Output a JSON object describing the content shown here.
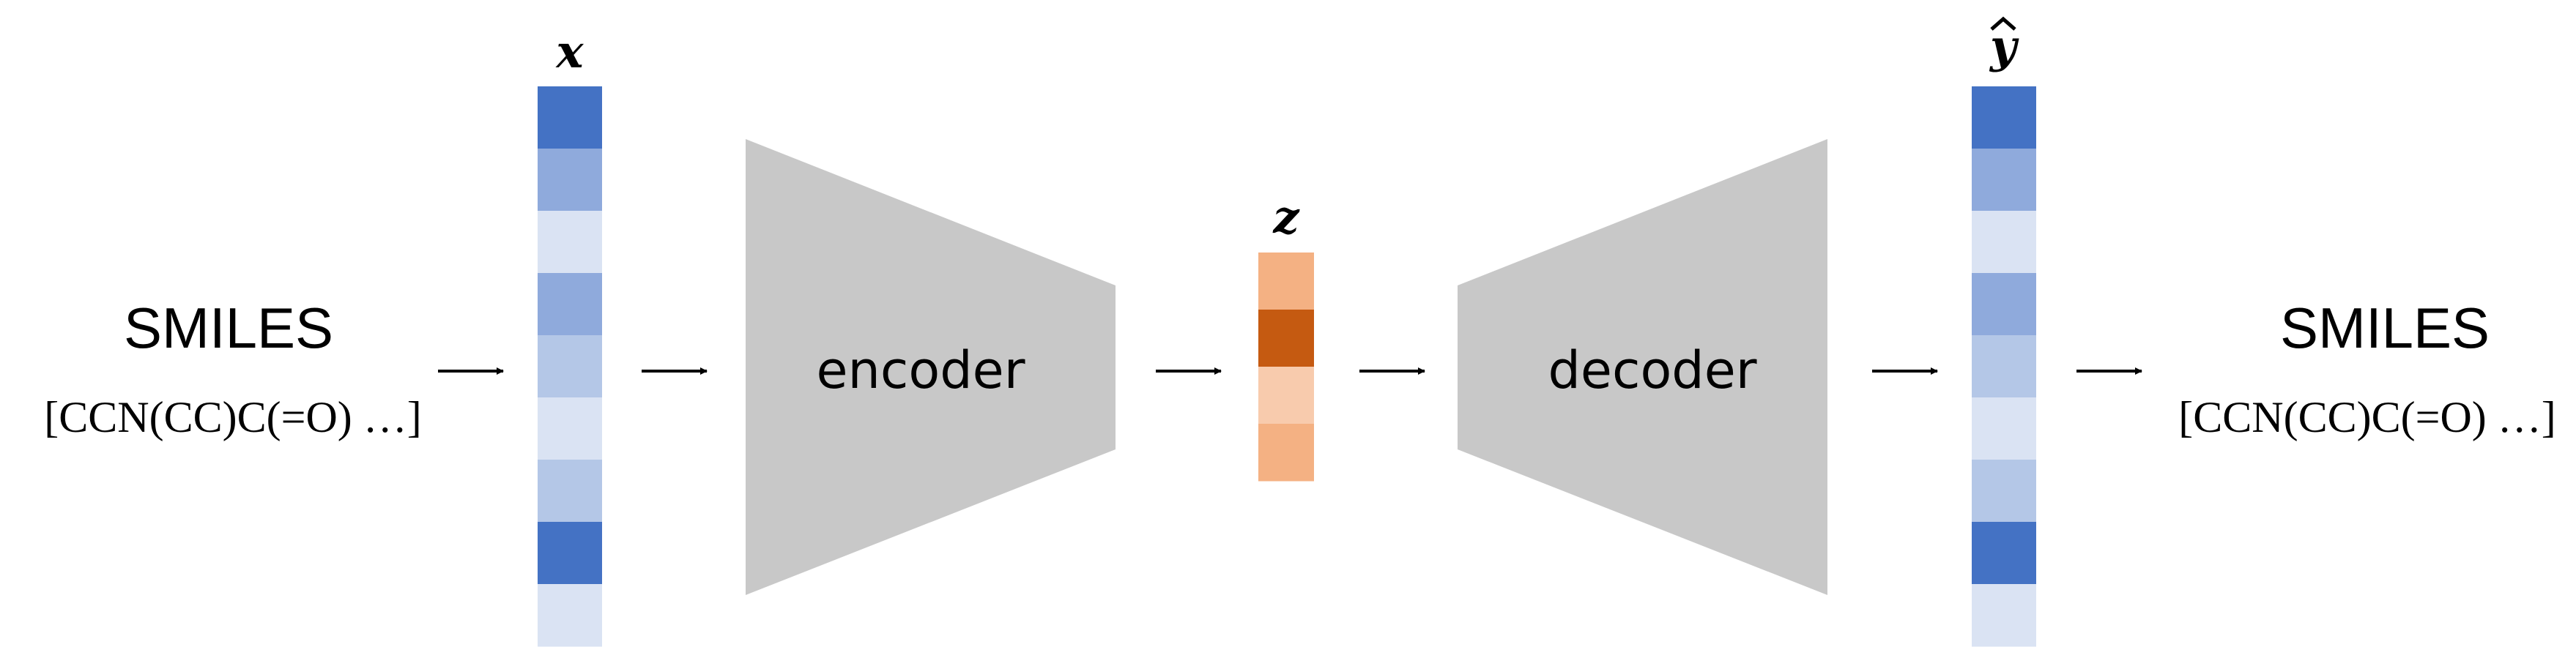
{
  "input": {
    "title": "SMILES",
    "sequence": "[CCN(CC)C(=O) …]"
  },
  "output": {
    "title": "SMILES",
    "sequence": "[CCN(CC)C(=O) …]"
  },
  "vectors": {
    "x_label": "x",
    "z_label": "z",
    "y_hat_label": "y",
    "x_cells": [
      "#4472c4",
      "#8faadc",
      "#dae3f3",
      "#8faadc",
      "#b4c7e7",
      "#dae3f3",
      "#b4c7e7",
      "#4472c4",
      "#dae3f3"
    ],
    "z_cells": [
      "#f4b183",
      "#c55a11",
      "#f8cbad",
      "#f4b183"
    ],
    "y_hat_cells": [
      "#4472c4",
      "#8faadc",
      "#dae3f3",
      "#8faadc",
      "#b4c7e7",
      "#dae3f3",
      "#b4c7e7",
      "#4472c4",
      "#dae3f3"
    ]
  },
  "blocks": {
    "encoder_label": "encoder",
    "decoder_label": "decoder",
    "block_color": "#c8c8c8"
  }
}
